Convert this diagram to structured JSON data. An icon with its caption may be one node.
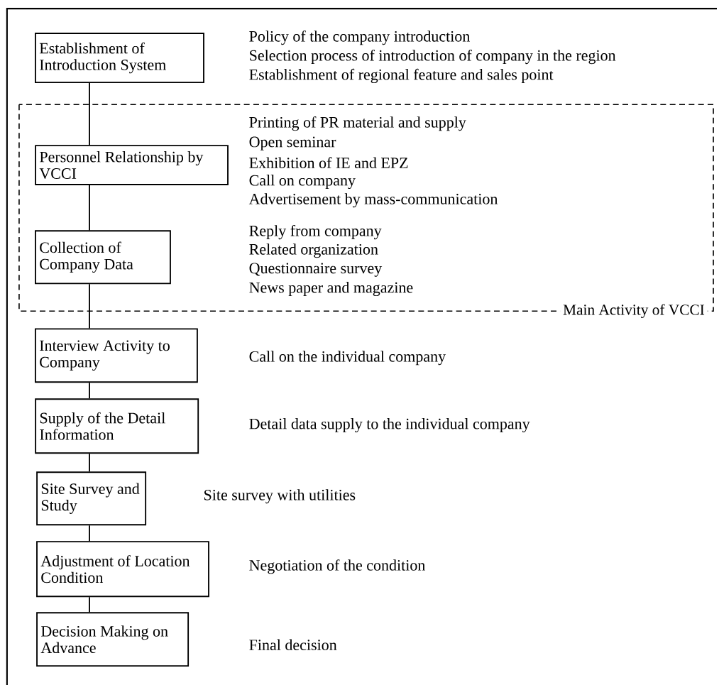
{
  "diagram": {
    "nodes": [
      {
        "text": [
          "Establishment of Introduction System"
        ],
        "beside": [
          "Policy of the company introduction",
          "Selection process of introduction of company in the region",
          "Establishment of regional feature and sales point"
        ]
      },
      {
        "text": [
          "Main Activity of VCCI"
        ]
      },
      {
        "text": [
          "Personnel Relationship by VCCI"
        ],
        "in": 1,
        "beside": [
          "Printing of PR material and supply",
          "Open seminar",
          "Exhibition of IE and EPZ",
          "Call on company",
          "Advertisement by mass-communication"
        ]
      },
      {
        "text": [
          "Collection of Company Data"
        ],
        "in": 1,
        "beside": [
          "Reply from company",
          "Related organization",
          "Questionnaire survey",
          "News paper and magazine"
        ]
      },
      {
        "text": [
          "Interview Activity to Company"
        ],
        "beside": [
          "Call on the individual company"
        ]
      },
      {
        "text": [
          "Supply of the Detail Information"
        ],
        "beside": [
          "Detail data supply to the individual company"
        ]
      },
      {
        "text": [
          "Site Survey and Study"
        ],
        "beside": [
          "Site survey with utilities"
        ]
      },
      {
        "text": [
          "Adjustment of Location Condition"
        ],
        "beside": [
          "Negotiation of the condition"
        ]
      },
      {
        "text": [
          "Decision Making on Advance"
        ],
        "beside": [
          "Final decision"
        ]
      }
    ],
    "edges": [
      {
        "from": 0,
        "to": 2,
        "arrow": "none"
      },
      {
        "from": 2,
        "to": 3,
        "arrow": "none"
      },
      {
        "from": 3,
        "to": 4,
        "arrow": "none"
      },
      {
        "from": 4,
        "to": 5,
        "arrow": "none"
      },
      {
        "from": 5,
        "to": 6,
        "arrow": "none"
      },
      {
        "from": 6,
        "to": 7,
        "arrow": "none"
      },
      {
        "from": 7,
        "to": 8,
        "arrow": "none"
      }
    ]
  }
}
